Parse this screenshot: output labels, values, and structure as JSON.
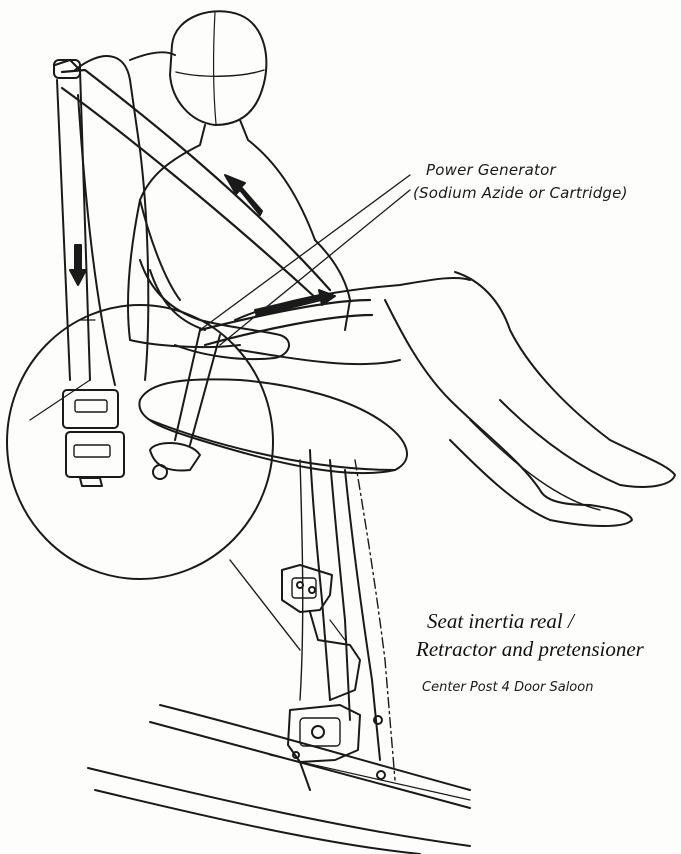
{
  "labels": {
    "power_generator_line1": "Power Generator",
    "power_generator_line2": "(Sodium Azide or Cartridge)",
    "retractor_line1": "Seat inertia real /",
    "retractor_line2": "Retractor and pretensioner",
    "center_post": "Center Post 4 Door Saloon"
  },
  "colors": {
    "ink": "#1a1a1a",
    "paper": "#fdfdfb"
  }
}
